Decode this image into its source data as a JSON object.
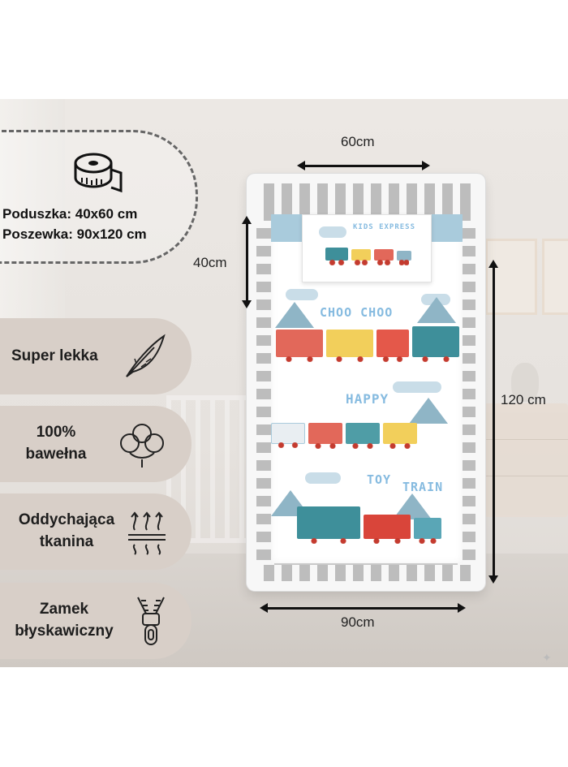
{
  "specs": {
    "pillow_line": "Poduszka: 40x60 cm",
    "cover_line": "Poszewka: 90x120 cm"
  },
  "dimensions": {
    "pillow_width": "60cm",
    "pillow_height": "40cm",
    "cover_length": "120 cm",
    "cover_width": "90cm"
  },
  "features": [
    {
      "label": "Super lekka",
      "icon": "feather-icon"
    },
    {
      "label": "100% bawełna",
      "icon": "cotton-flower-icon"
    },
    {
      "label": "Oddychająca tkanina",
      "icon": "breathable-arrows-icon"
    },
    {
      "label": "Zamek błyskawiczny",
      "icon": "zipper-icon"
    }
  ],
  "print_text": {
    "pillow": "KIDS EXPRESS",
    "choo": "CHOO CHOO",
    "happy": "HAPPY",
    "toy": "TOY",
    "train": "TRAIN"
  },
  "colors": {
    "badge": "#d8cfc8",
    "band": "#a9cbdc",
    "print_text": "#86bbe0"
  }
}
